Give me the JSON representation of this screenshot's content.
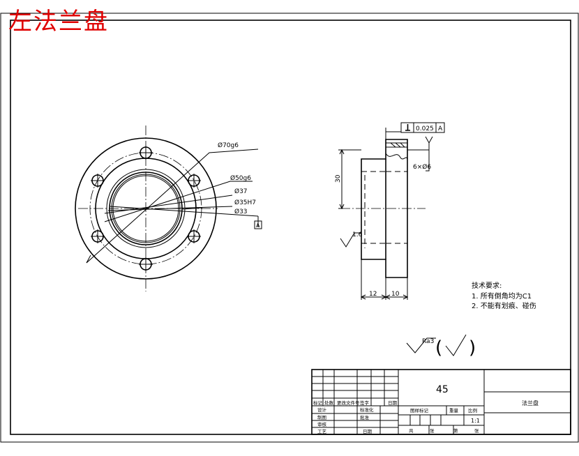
{
  "title": "左法兰盘",
  "front_view": {
    "dimensions": {
      "d70": "Ø70g6",
      "d50": "Ø50g6",
      "d37": "Ø37",
      "d35": "Ø35H7",
      "d33": "Ø33"
    },
    "datum": "A"
  },
  "side_view": {
    "tolerance_value": "0.025",
    "tolerance_datum": "A",
    "holes": "6×Ø6",
    "height_dim": "30",
    "roughness": "1.6",
    "width_left": "12",
    "width_right": "10"
  },
  "notes": {
    "heading": "技术要求:",
    "items": [
      "1. 所有倒角均为C1",
      "2. 不能有划痕、碰伤"
    ]
  },
  "surface_finish": {
    "label": "Ra3",
    "paren_open": "(",
    "paren_close": ")"
  },
  "title_block": {
    "material": "45",
    "part_name": "法兰盘",
    "revision_headers": [
      "标记",
      "处数",
      "更改文件号",
      "签字",
      "日期"
    ],
    "design": "设计",
    "standardize": "标准化",
    "drawing": "制图",
    "review": "审核",
    "process": "工艺",
    "approve": "批准",
    "sign": "签字",
    "date": "日期",
    "stage_mark": "图样标记",
    "weight": "重量",
    "scale": "比例",
    "scale_value": "1:1",
    "sheets_total": "共",
    "sheet_label": "张",
    "sheet_no": "第"
  }
}
